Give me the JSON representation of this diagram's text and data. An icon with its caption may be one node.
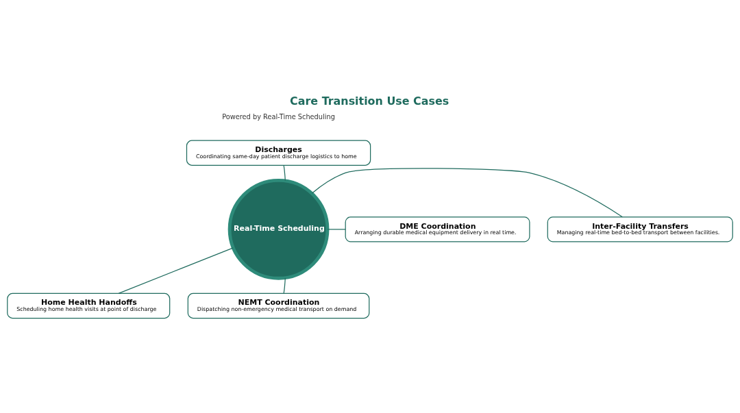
{
  "diagram": {
    "title": "Care Transition Use Cases",
    "nodes": [
      {
        "text": [
          "Discharges",
          "Coordinating same-day patient discharge logistics to home"
        ]
      },
      {
        "text": [
          "DME Coordination",
          "Arranging durable medical equipment delivery in real time."
        ]
      },
      {
        "text": [
          "Real-Time Scheduling"
        ]
      },
      {
        "text": [
          "Inter-Facility Transfers",
          "Managing real-time bed-to-bed transport between facilities."
        ]
      },
      {
        "text": [
          "Home Health Handoffs",
          "Scheduling home health visits at point of discharge"
        ]
      },
      {
        "text": [
          "NEMT Coordination",
          "Dispatching non-emergency medical transport on demand"
        ]
      }
    ],
    "edges": [
      {
        "from": 2,
        "to": 0,
        "arrow": "none"
      },
      {
        "from": 2,
        "to": 1,
        "arrow": "none"
      },
      {
        "from": 2,
        "to": 3,
        "arrow": "none"
      },
      {
        "from": 2,
        "to": 4,
        "arrow": "none"
      },
      {
        "from": 2,
        "to": 5,
        "arrow": "none"
      }
    ],
    "labels": [
      "Powered by Real-Time Scheduling"
    ]
  }
}
